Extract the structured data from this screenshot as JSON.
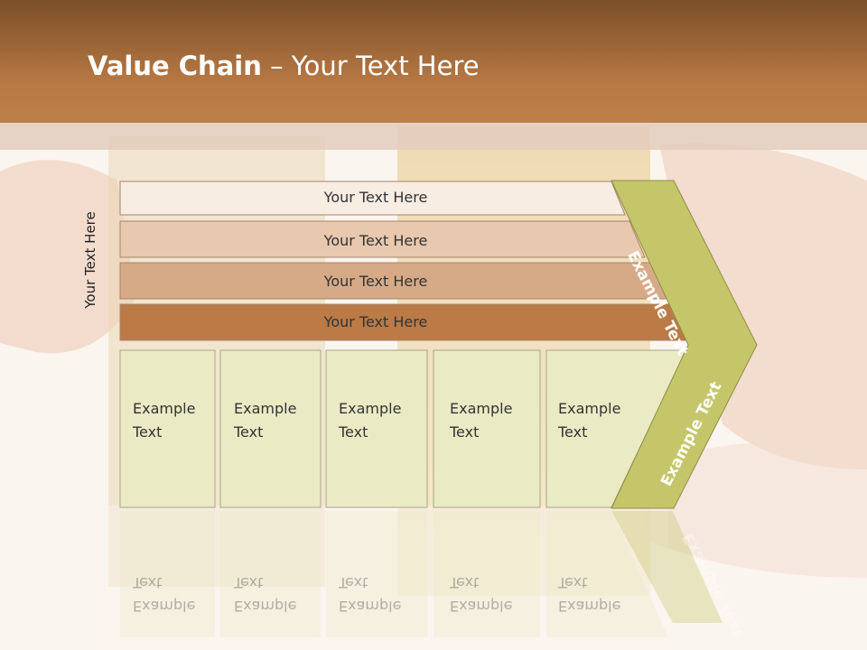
{
  "header": {
    "title_bold": "Value Chain",
    "title_rest": " – Your Text Here"
  },
  "side_label": "Your Text Here",
  "rows": [
    {
      "label": "Your Text Here",
      "color": "#f8ede3"
    },
    {
      "label": "Your Text Here",
      "color": "#e8c8ae"
    },
    {
      "label": "Your Text Here",
      "color": "#d6aa87"
    },
    {
      "label": "Your Text Here",
      "color": "#bb7a46"
    }
  ],
  "boxes": [
    {
      "line1": "Example",
      "line2": "Text"
    },
    {
      "line1": "Example",
      "line2": "Text"
    },
    {
      "line1": "Example",
      "line2": "Text"
    },
    {
      "line1": "Example",
      "line2": "Text"
    },
    {
      "line1": "Example",
      "line2": "Text"
    }
  ],
  "arrow": {
    "upper_text": "Example Text",
    "lower_text": "Example Text",
    "color": "#c5c56a"
  },
  "colors": {
    "box_fill": "#eaebc5",
    "header": "#b97a44"
  }
}
